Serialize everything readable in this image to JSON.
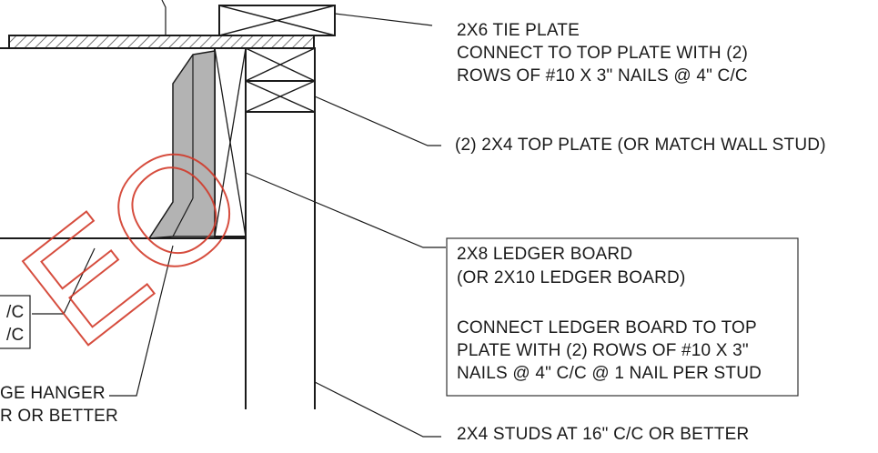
{
  "watermark": {
    "text": "EO",
    "color": "#d23a2a"
  },
  "labels": {
    "tie_plate": {
      "line1": "2X6 TIE PLATE",
      "line2": "CONNECT TO TOP PLATE WITH (2)",
      "line3": "ROWS OF #10 X 3\" NAILS @ 4\" C/C"
    },
    "top_plate": "(2) 2X4 TOP PLATE (OR MATCH WALL STUD)",
    "ledger": {
      "line1": "2X8 LEDGER BOARD",
      "line2": "(OR 2X10 LEDGER BOARD)",
      "line3": "CONNECT LEDGER BOARD TO TOP",
      "line4": "PLATE WITH (2) ROWS OF #10 X 3\"",
      "line5": "NAILS @ 4\" C/C @ 1 NAIL PER STUD"
    },
    "studs": "2X4 STUDS AT 16\" C/C OR BETTER",
    "left_box": {
      "line1": "/C",
      "line2": "/C"
    },
    "hanger": {
      "line1": "GE HANGER",
      "line2": "R OR BETTER"
    }
  },
  "colors": {
    "line": "#1a1a1a",
    "hanger_fill": "#b3b3b3",
    "hatch": "#444444"
  }
}
